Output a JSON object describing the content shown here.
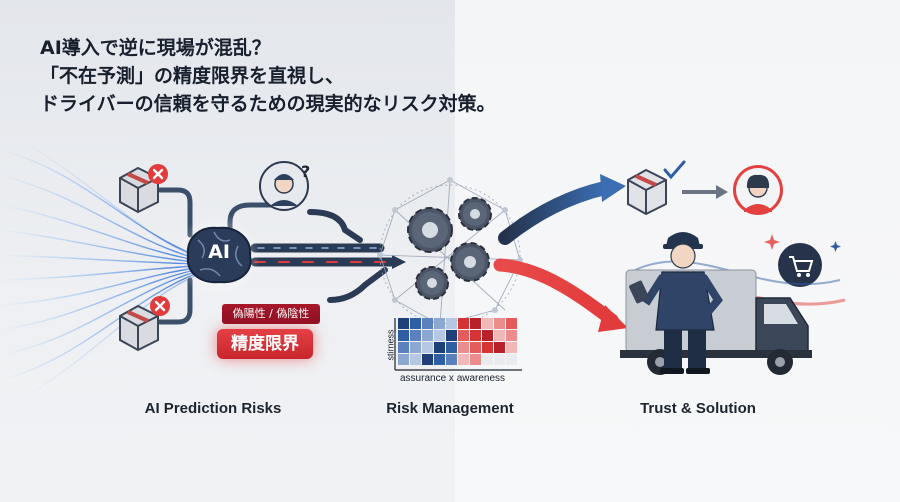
{
  "headline": [
    "AI導入で逆に現場が混乱？",
    "「不在予測」の精度限界を直視し、",
    "ドライバーの信頼を守るための現実的なリスク対策。"
  ],
  "ai_label": "AI",
  "warning": {
    "tag": "偽陽性 / 偽陰性",
    "box": "精度限界"
  },
  "heatmap": {
    "x_label": "assurance x awareness",
    "y_label": "stirness"
  },
  "sections": [
    "AI Prediction Risks",
    "Risk Management",
    "Trust & Solution"
  ],
  "colors": {
    "accent_blue": "#2f5fa3",
    "accent_red": "#e23b3b",
    "navy": "#24334d",
    "alert_red": "#d8282e"
  },
  "icons": [
    "package-icon",
    "worker-icon",
    "brain-icon",
    "gear-icon",
    "user-icon",
    "cart-icon",
    "truck-icon",
    "check-icon",
    "question-icon"
  ]
}
